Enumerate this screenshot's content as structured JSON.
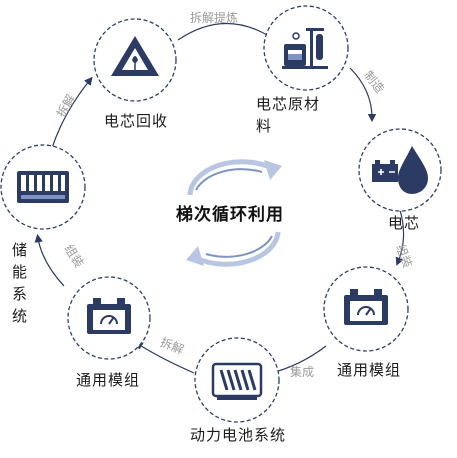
{
  "center_label": "梯次循环利用",
  "nodes": {
    "recycle": "电芯回收",
    "raw_material_line1": "电芯原材",
    "raw_material_line2": "料",
    "cell": "电芯",
    "module_right": "通用模组",
    "power_system": "动力电池系统",
    "module_left": "通用模组",
    "storage": [
      "储",
      "能",
      "系",
      "统"
    ]
  },
  "edges": {
    "refine": "拆解提炼",
    "manufacture": "制造",
    "assemble_right": "组装",
    "integrate": "集成",
    "disassemble_bottom": "拆解",
    "assemble_left": "组装",
    "disassemble_top": "拆解"
  },
  "colors": {
    "navy": "#2c3b63",
    "dashed_border": "#2e3f6a",
    "arrow": "#2c3b63",
    "center_arrow_light": "#b9c6e3",
    "center_arrow_dark": "#7f93c2"
  },
  "icons": {
    "recycle": "recycle-triangle-icon",
    "raw_material": "lab-flask-icon",
    "cell": "battery-drop-icon",
    "module_right": "battery-gauge-icon",
    "power_system": "coil-battery-icon",
    "module_left": "battery-gauge-icon",
    "storage": "storage-rack-icon"
  }
}
